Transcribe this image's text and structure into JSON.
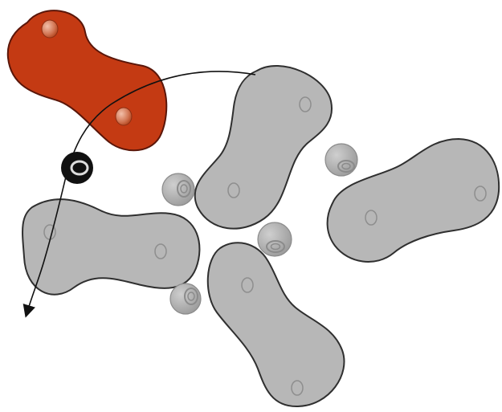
{
  "diagram": {
    "colors": {
      "background": "#ffffff",
      "grey_link_fill": "#b7b7b7",
      "grey_link_stroke": "#2f2f2f",
      "orange_link_fill": "#c43a13",
      "orange_link_stroke": "#5a1609",
      "ball_fill": "#a9a9a9",
      "ball_stroke": "#8b8b8b",
      "black_ball_fill": "#111111",
      "trajectory_stroke": "#111111"
    },
    "icons": {
      "arrowhead": "triangle-arrow-icon",
      "ball": "sphere-icon"
    },
    "elements": {
      "grey_links": 4,
      "orange_links": 1,
      "small_balls": 4,
      "black_balls": 1,
      "trajectory_arrow": 1
    }
  }
}
